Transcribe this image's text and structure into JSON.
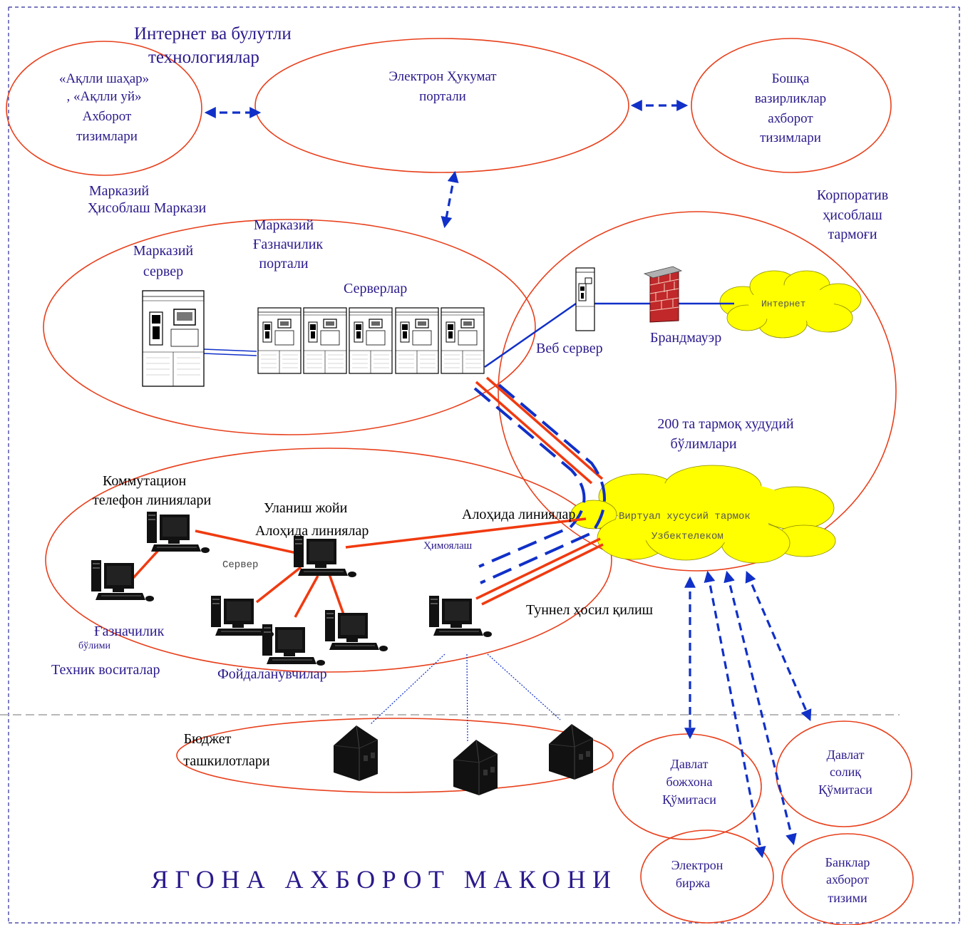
{
  "colors": {
    "ellipse_stroke": "#e8401c",
    "label_text": "#2a1a8c",
    "link_blue": "#1030c8",
    "link_red": "#f03a10",
    "cloud_fill": "#ffff00",
    "firewall": "#c0282a",
    "frame_dash": "#2a2a9a",
    "separator": "#b8b8b8"
  },
  "labels": {
    "internet_cloud_tech": [
      "Интернет ва булутли",
      "технологиялар"
    ],
    "smart_city": [
      "«Ақлли шаҳар»",
      ", «Ақлли уй»",
      "Ахборот",
      "тизимлари"
    ],
    "egov_portal": [
      "Электрон Ҳукумат",
      "портали"
    ],
    "other_ministries": [
      "Бошқа",
      "вазирликлар",
      "ахборот",
      "тизимлари"
    ],
    "central_computing_center": [
      "Марказий",
      "Ҳисоблаш Маркази"
    ],
    "corporate_network": [
      "Корпоратив",
      "ҳисоблаш",
      "тармоғи"
    ],
    "central_server": [
      "Марказий",
      "сервер"
    ],
    "central_treasury_portal": [
      "Марказий",
      "Ғазначилик",
      "портали"
    ],
    "servers": "Серверлар",
    "web_server": "Веб сервер",
    "firewall": "Брандмауэр",
    "internet": "Интернет",
    "regional_branches": [
      "200 та тармоқ худудий",
      "бўлимлари"
    ],
    "switched_phone_lines": [
      "Коммутацион",
      "телефон линиялари"
    ],
    "connection_place": "Уланиш жойи",
    "separate_lines_left": "Алоҳида линиялар",
    "separate_lines_right": "Алоҳида линиялар",
    "protection": "Ҳимоялаш",
    "server_small": "Сервер",
    "vpn": "Виртуал хусусий тармок",
    "uzbektelecom": "Узбектелеком",
    "tunneling": "Туннел ҳосил қилиш",
    "treasury_dept": "Ғазначилик",
    "treasury_dept_sub": "бўлими",
    "technical_means": "Техник воситалар",
    "users": "Фойдаланувчилар",
    "budget_orgs": [
      "Бюджет",
      "ташкилотлари"
    ],
    "customs": [
      "Давлат",
      "божхона",
      "Қўмитаси"
    ],
    "tax": [
      "Давлат",
      "солиқ",
      "Қўмитаси"
    ],
    "exchange": [
      "Электрон",
      "биржа"
    ],
    "banks": [
      "Банклар",
      "ахборот",
      "тизими"
    ],
    "unified_space": "ЯГОНА АХБОРОТ МАКОНИ"
  }
}
